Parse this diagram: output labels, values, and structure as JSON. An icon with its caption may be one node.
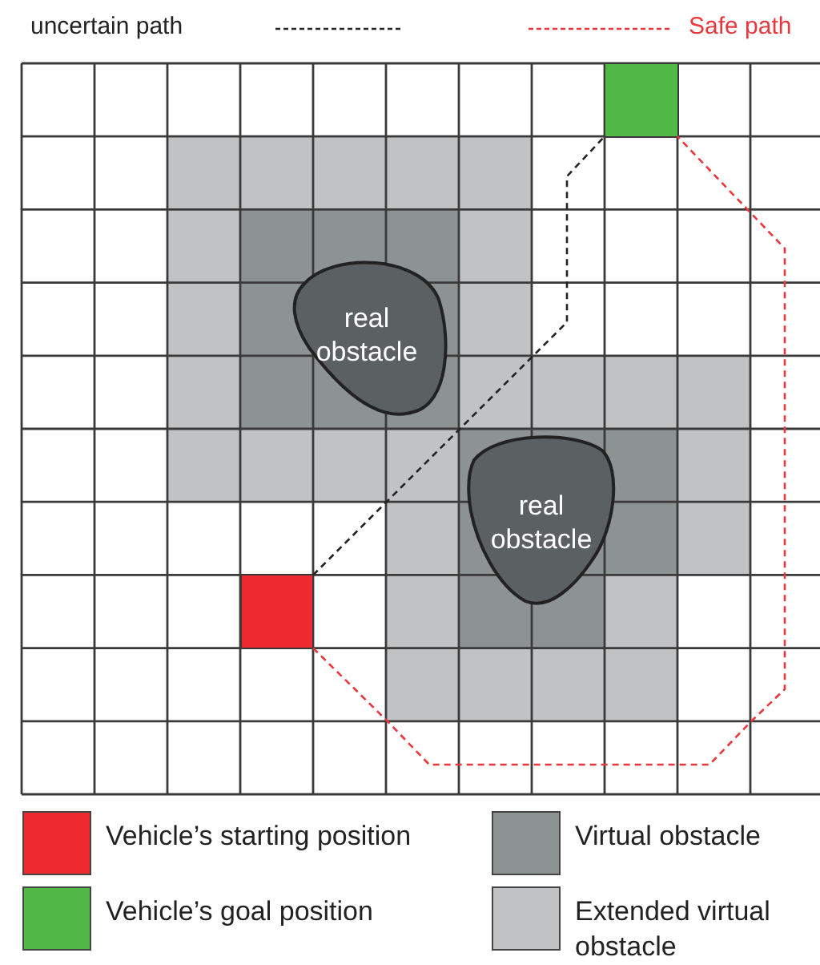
{
  "diagram": {
    "nodes": [
      {
        "text": [],
        "shape": "box"
      },
      {
        "text": [],
        "shape": "box"
      },
      {
        "text": [
          "real obstacle"
        ]
      },
      {
        "text": [
          "real obstacle"
        ]
      }
    ],
    "edges": [
      {
        "from": 0,
        "to": 1,
        "arrow": "none",
        "style": "dashed"
      },
      {
        "from": 0,
        "to": 1,
        "arrow": "none",
        "style": "dashed",
        "color": "#e8383d"
      }
    ],
    "legend": [
      {
        "text": "uncertain path"
      },
      {
        "text": "Safe path"
      },
      {
        "text": "Vehicle’s starting position",
        "color": "#ec2a2f"
      },
      {
        "text": "Vehicle’s goal position",
        "color": "#52b848"
      },
      {
        "text": "Virtual obstacle",
        "color": "#8d9293"
      },
      {
        "text": "Extended virtual obstacle",
        "color": "#c1c2c4"
      }
    ]
  }
}
